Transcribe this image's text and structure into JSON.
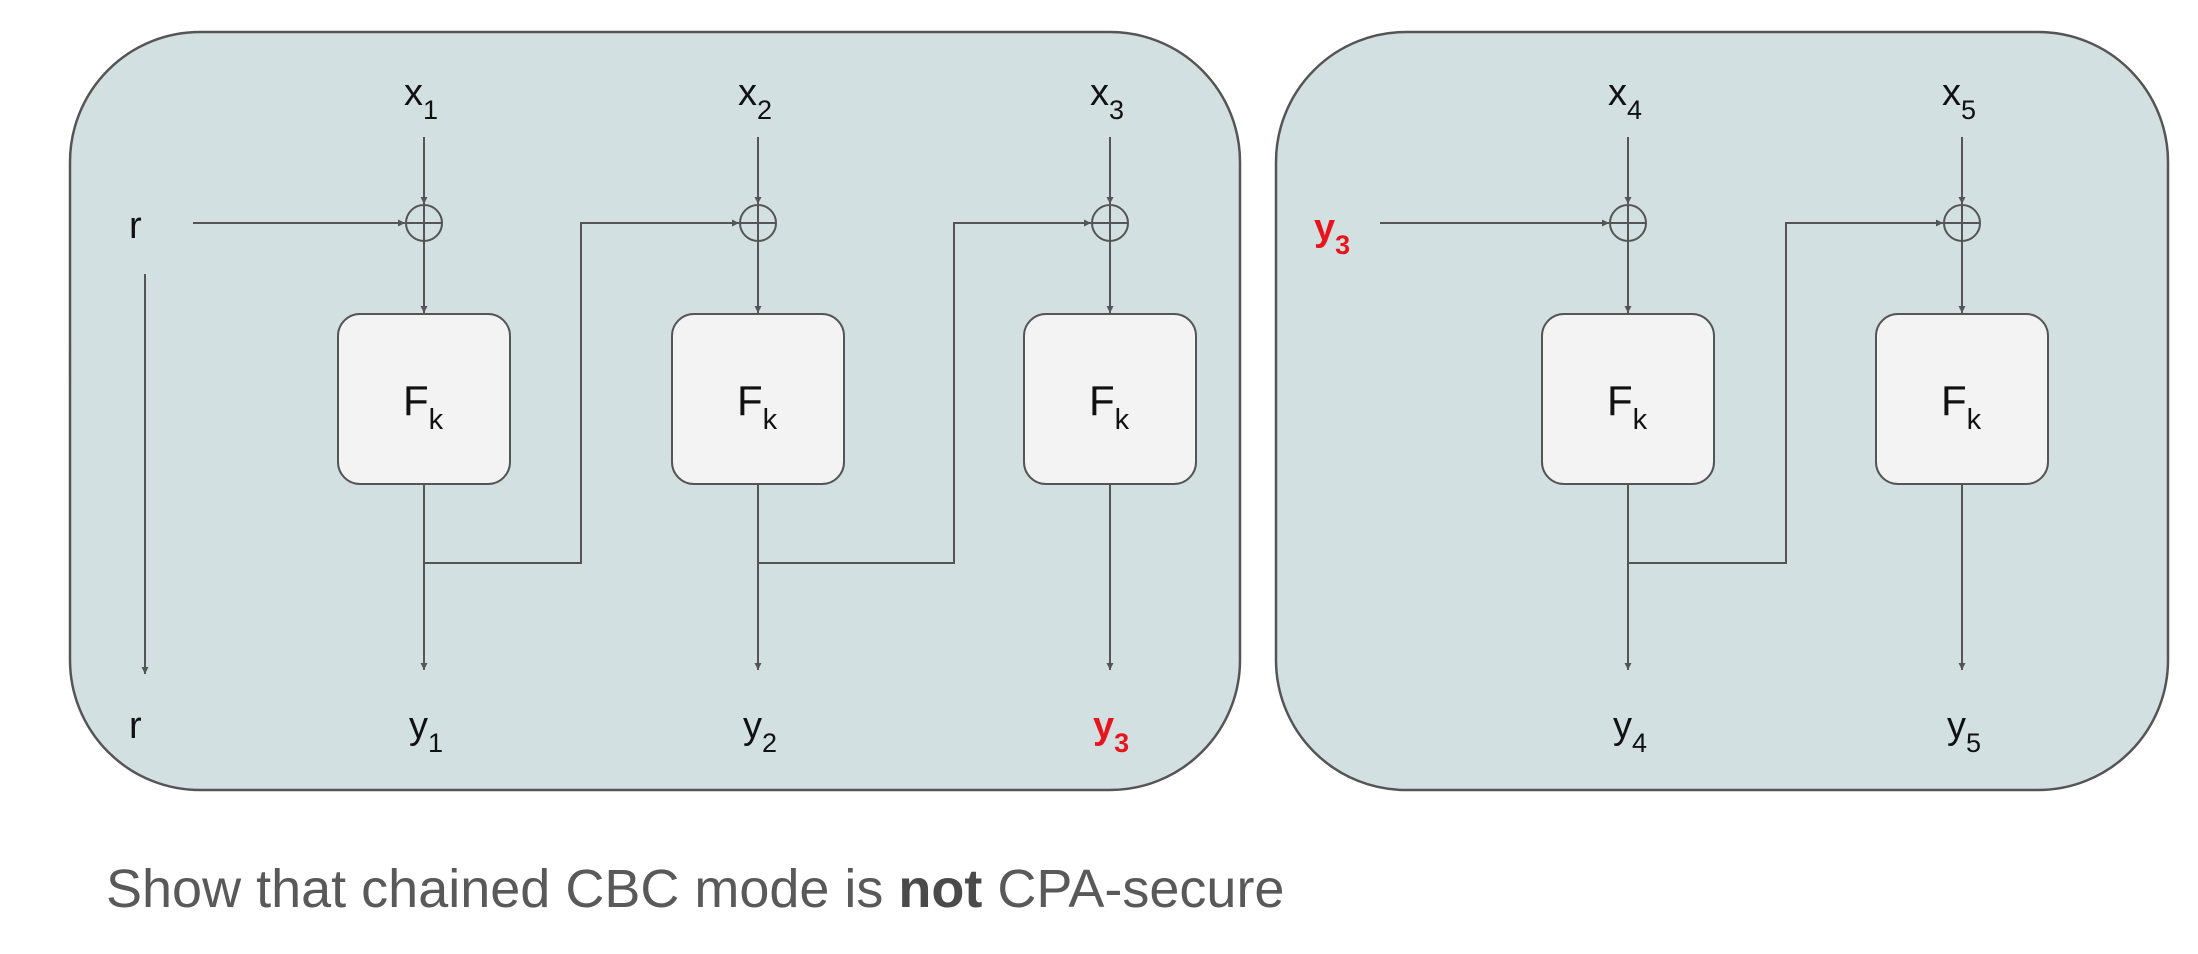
{
  "panel_left": {
    "inputs": [
      {
        "base": "x",
        "sub": "1"
      },
      {
        "base": "x",
        "sub": "2"
      },
      {
        "base": "x",
        "sub": "3"
      }
    ],
    "iv_in": "r",
    "iv_out": "r",
    "blocks": [
      {
        "base": "F",
        "sub": "k"
      },
      {
        "base": "F",
        "sub": "k"
      },
      {
        "base": "F",
        "sub": "k"
      }
    ],
    "outputs": [
      {
        "base": "y",
        "sub": "1"
      },
      {
        "base": "y",
        "sub": "2"
      },
      {
        "base": "y",
        "sub": "3"
      }
    ]
  },
  "panel_right": {
    "inputs": [
      {
        "base": "x",
        "sub": "4"
      },
      {
        "base": "x",
        "sub": "5"
      }
    ],
    "iv_in": {
      "base": "y",
      "sub": "3"
    },
    "blocks": [
      {
        "base": "F",
        "sub": "k"
      },
      {
        "base": "F",
        "sub": "k"
      }
    ],
    "outputs": [
      {
        "base": "y",
        "sub": "4"
      },
      {
        "base": "y",
        "sub": "5"
      }
    ]
  },
  "caption": {
    "before": "Show that chained CBC mode is ",
    "emphasis": "not",
    "after": " CPA-secure"
  },
  "colors": {
    "panel_fill": "#d2e0e2",
    "highlight": "#e8141c",
    "box_fill": "#f3f3f3",
    "line": "#555555"
  }
}
